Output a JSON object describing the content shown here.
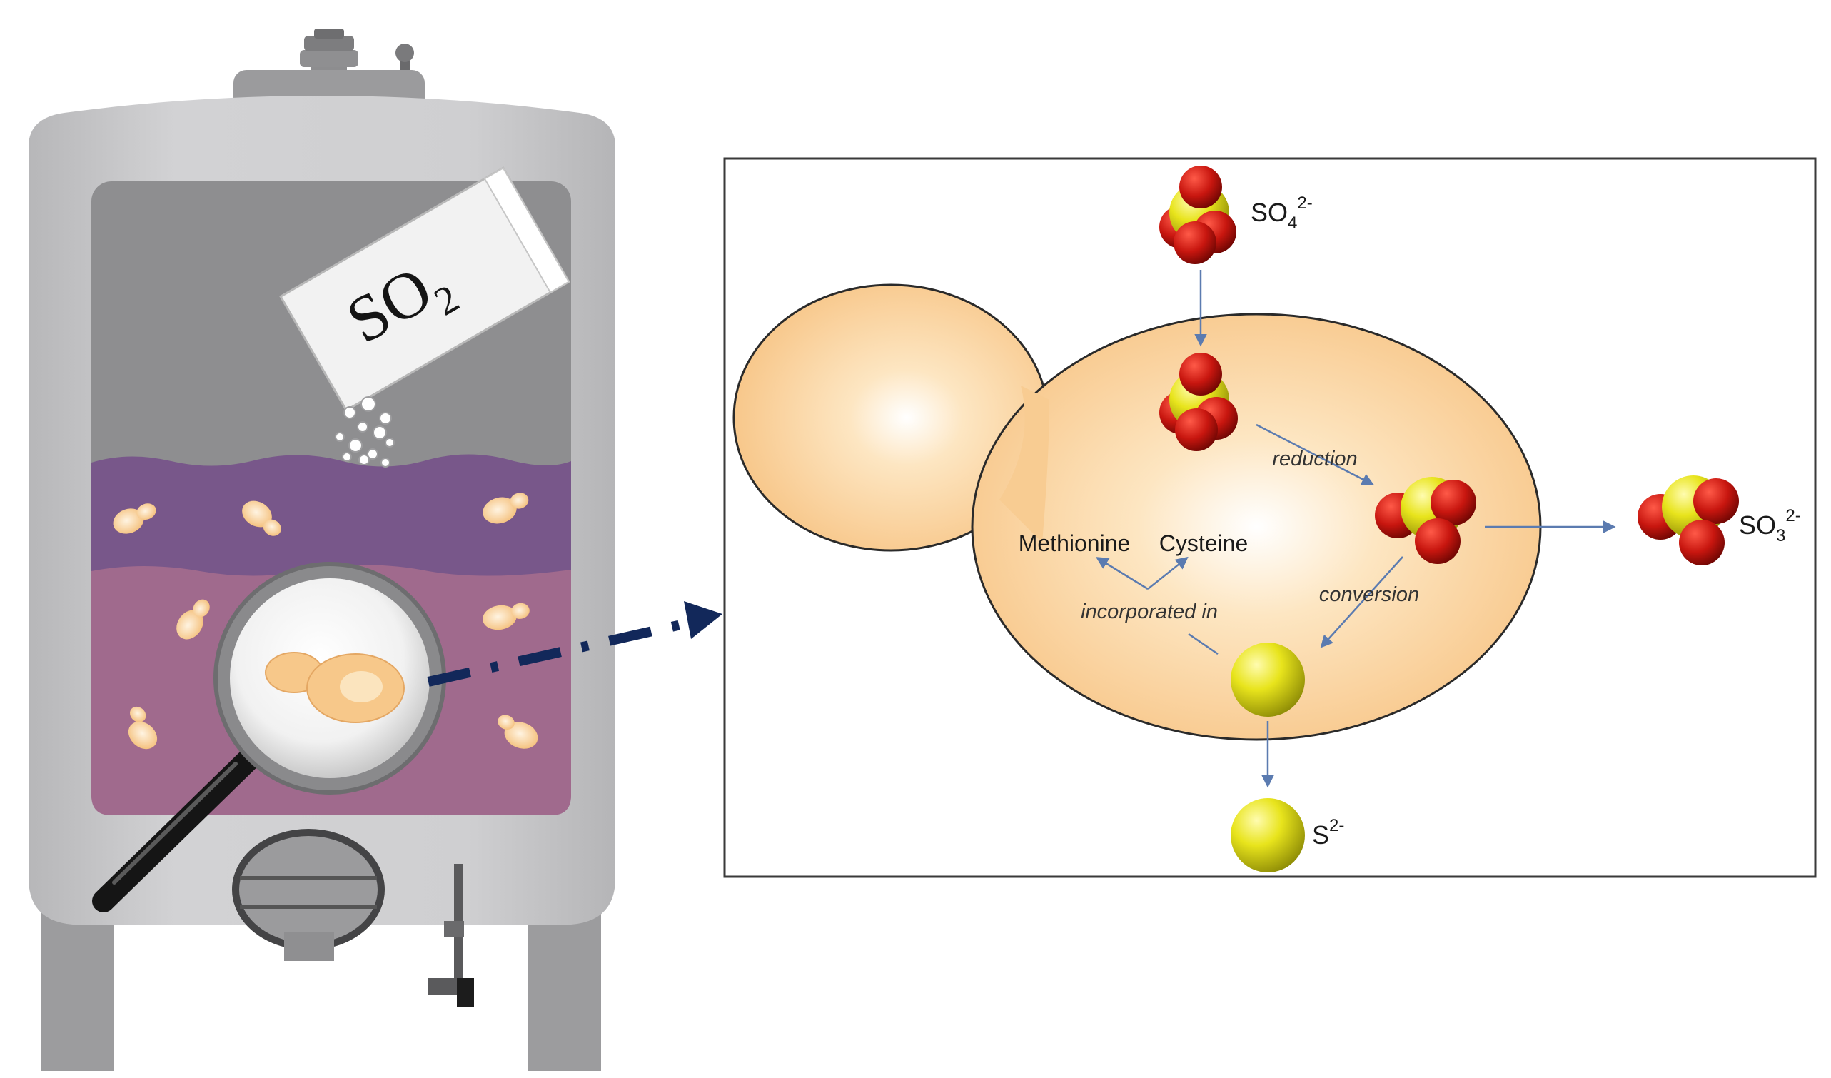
{
  "packet": {
    "main": "SO",
    "sub": "2"
  },
  "ions": {
    "sulfate": {
      "main": "SO",
      "sub": "4",
      "sup": "2-"
    },
    "sulfite": {
      "main": "SO",
      "sub": "3",
      "sup": "2-"
    },
    "sulfide": {
      "main": "S",
      "sup": "2-"
    }
  },
  "process_labels": {
    "reduction": "reduction",
    "conversion": "conversion",
    "incorporated": "incorporated in"
  },
  "amino_acids": {
    "methionine": "Methionine",
    "cysteine": "Cysteine"
  },
  "colors": {
    "tank": "#c9c9cb",
    "tank_window": "#8e8e90",
    "wine_top": "#7a5a86",
    "wine_bottom": "#a36b8e",
    "yeast": "#f7c88a",
    "oxygen": "#cc1a12",
    "sulfur": "#e9e51e",
    "arrow": "#5b7bb0",
    "pointer": "#12285a"
  }
}
